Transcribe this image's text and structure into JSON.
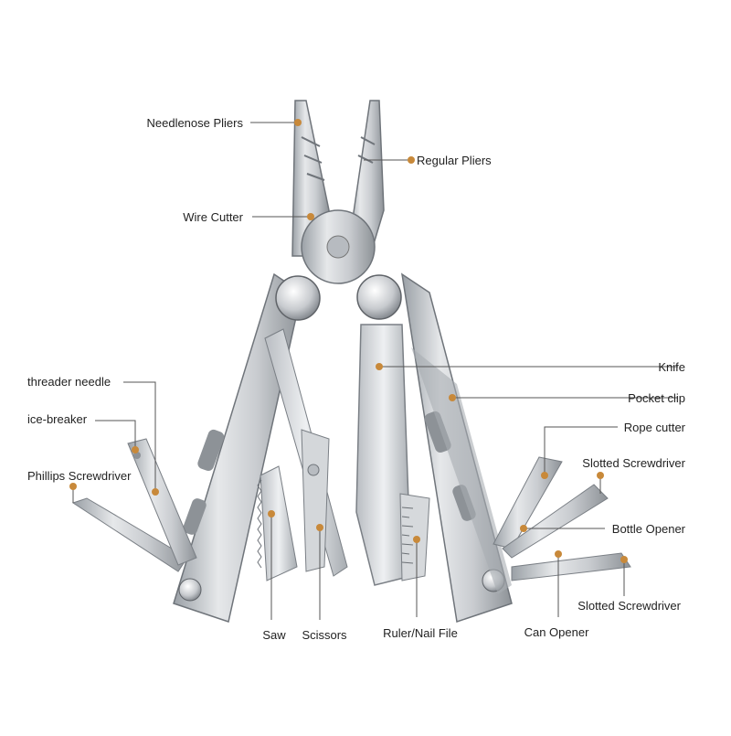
{
  "colors": {
    "background": "#ffffff",
    "steel_light": "#e4e6e8",
    "steel_mid": "#c3c6ca",
    "steel_dark": "#8e9297",
    "steel_shadow": "#5f6368",
    "callout_line": "#555555",
    "callout_dot": "#c8893a",
    "label_text": "#222222"
  },
  "labels": {
    "needlenose_pliers": "Needlenose Pliers",
    "regular_pliers": "Regular Pliers",
    "wire_cutter": "Wire Cutter",
    "knife": "Knife",
    "pocket_clip": "Pocket clip",
    "threader_needle": "threader needle",
    "ice_breaker": "ice-breaker",
    "rope_cutter": "Rope cutter",
    "phillips_screwdriver": "Phillips Screwdriver",
    "slotted_screwdriver_upper": "Slotted Screwdriver",
    "bottle_opener": "Bottle Opener",
    "slotted_screwdriver_lower": "Slotted Screwdriver",
    "saw": "Saw",
    "scissors": "Scissors",
    "ruler_nail_file": "Ruler/Nail File",
    "can_opener": "Can Opener"
  },
  "icons": {
    "tool": "multitool-icon",
    "callout_marker": "dot-marker-icon"
  }
}
